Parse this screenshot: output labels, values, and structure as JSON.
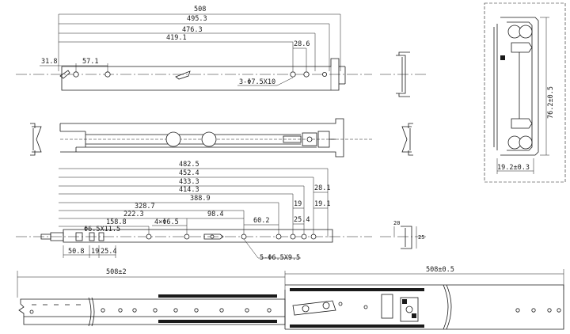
{
  "top_view": {
    "dims": [
      "508",
      "495.3",
      "476.3",
      "419.1",
      "28.6",
      "31.8",
      "57.1"
    ],
    "note": "3-Φ7.5X10"
  },
  "bottom_view": {
    "dims": [
      "482.5",
      "452.4",
      "433.3",
      "414.3",
      "388.9",
      "328.7",
      "222.3",
      "158.8",
      "98.4",
      "60.2",
      "28.1",
      "19",
      "19.1",
      "25.4"
    ],
    "note_holes": "4×Φ6.5",
    "note_slot": "Φ6.5X11.5",
    "note_bottom": "5-Φ6.5X9.5",
    "bottom_dims": [
      "50.8",
      "19",
      "25.4"
    ]
  },
  "side_small": {
    "dims": [
      "20",
      "25"
    ]
  },
  "cross_section": {
    "height": "76.2±0.5",
    "width": "19.2±0.3"
  },
  "assembly": {
    "left_length": "508±2",
    "right_length": "508±0.5"
  }
}
